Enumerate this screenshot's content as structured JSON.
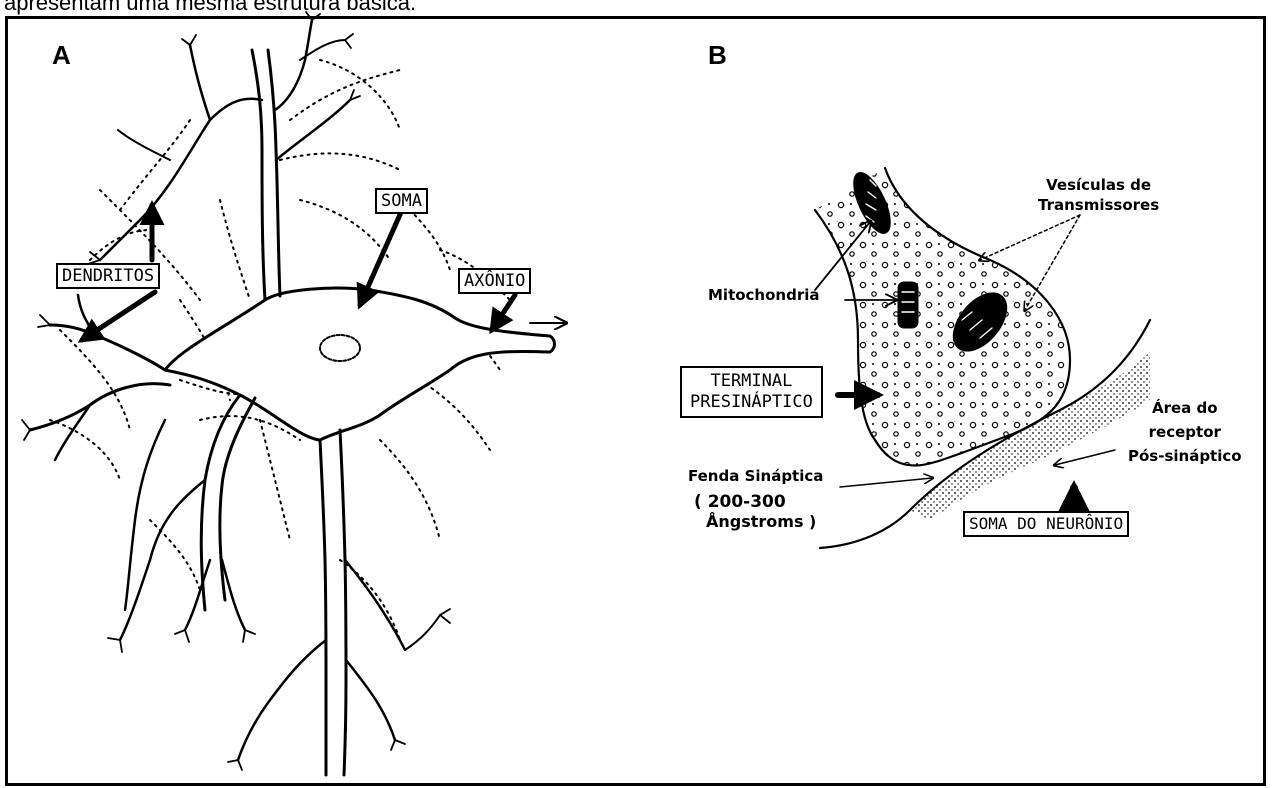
{
  "caption": "apresentam uma mesma estrutura básica.",
  "panel_a": {
    "letter": "A",
    "labels": {
      "soma": "SOMA",
      "dendritos": "DENDRITOS",
      "axonio": "AXÔNIO"
    }
  },
  "panel_b": {
    "letter": "B",
    "labels": {
      "vesiculas_line1": "Vesículas de",
      "vesiculas_line2": "Transmissores",
      "mitochondria": "Mitochondria",
      "terminal_line1": "TERMINAL",
      "terminal_line2": "PRESINÁPTICO",
      "area_line1": "Área do",
      "area_line2": "receptor",
      "area_line3": "Pós-sináptico",
      "fenda_line1": "Fenda Sináptica",
      "fenda_line2": "( 200-300",
      "fenda_line3": "Ångstroms )",
      "soma_neuronio": "SOMA DO NEURÔNIO"
    }
  }
}
